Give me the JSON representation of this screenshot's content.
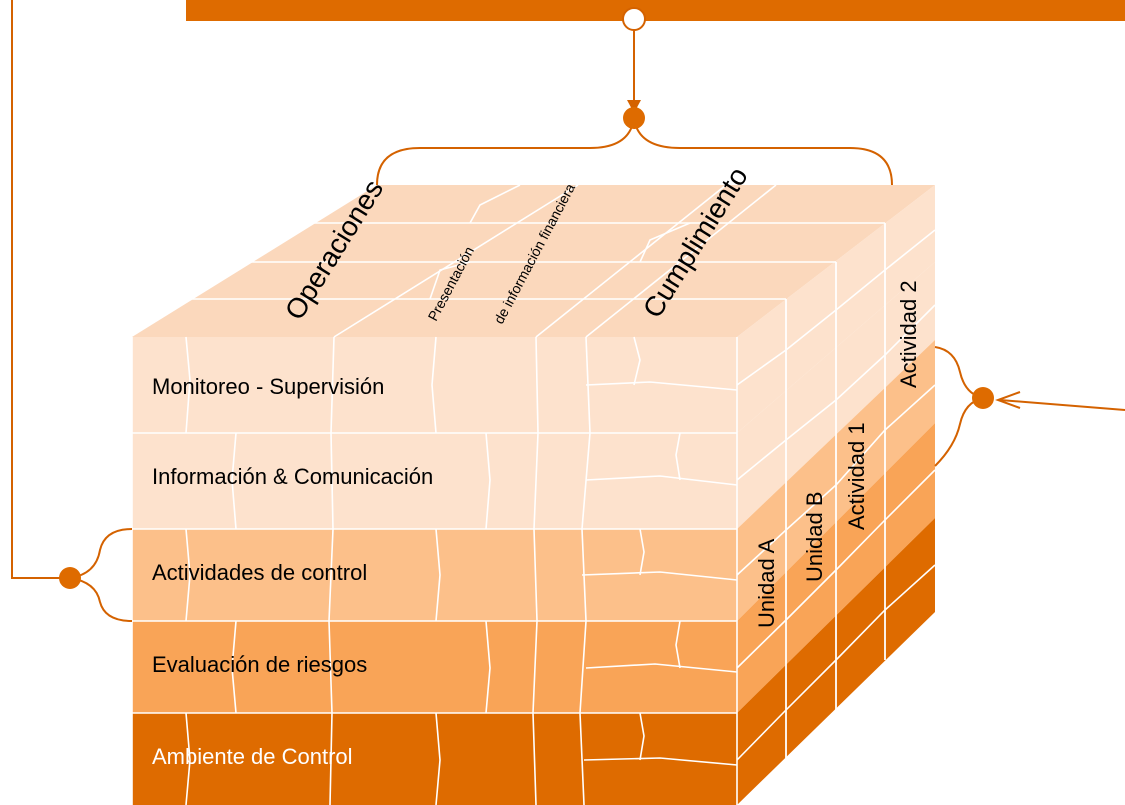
{
  "components": [
    "Ambiente de Control",
    "Evaluación de riesgos",
    "Actividades de control",
    "Información & Comunicación",
    "Monitoreo - Supervisión"
  ],
  "objectives": {
    "operations": "Operaciones",
    "reporting_line1": "Presentación",
    "reporting_line2": "de información financiera",
    "compliance": "Cumplimiento"
  },
  "units": [
    "Unidad A",
    "Unidad B",
    "Actividad 1",
    "Actividad 2"
  ],
  "colors": {
    "accent": "#de6b00",
    "top_face": "#fbd8bc",
    "level_light": "#fde2cd",
    "level_mid": "#fcc08a",
    "level_strong": "#f9a457",
    "level_dark": "#de6b00"
  }
}
